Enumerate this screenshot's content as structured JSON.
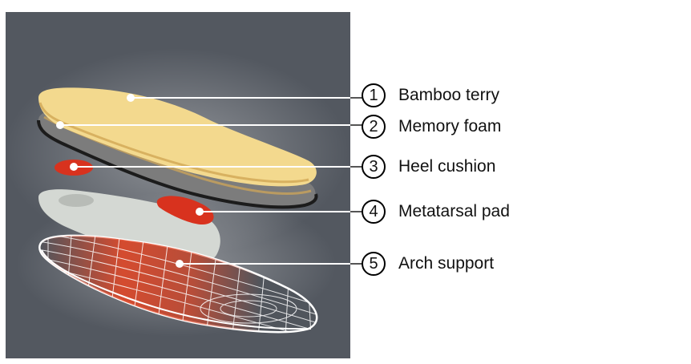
{
  "layers": [
    {
      "number": "1",
      "label": "Bamboo terry"
    },
    {
      "number": "2",
      "label": "Memory foam"
    },
    {
      "number": "3",
      "label": "Heel cushion"
    },
    {
      "number": "4",
      "label": "Metatarsal pad"
    },
    {
      "number": "5",
      "label": "Arch support"
    }
  ],
  "colors": {
    "panel_background": "#535860",
    "bamboo_terry": "#f3d98e",
    "memory_foam": "#7c7c7c",
    "heel_cushion": "#d8321e",
    "metatarsal_pad": "#d8321e",
    "arch_support_shell": "#d4d8d3",
    "arch_support_mesh": "#ffffff",
    "leader_line": "#ffffff"
  }
}
